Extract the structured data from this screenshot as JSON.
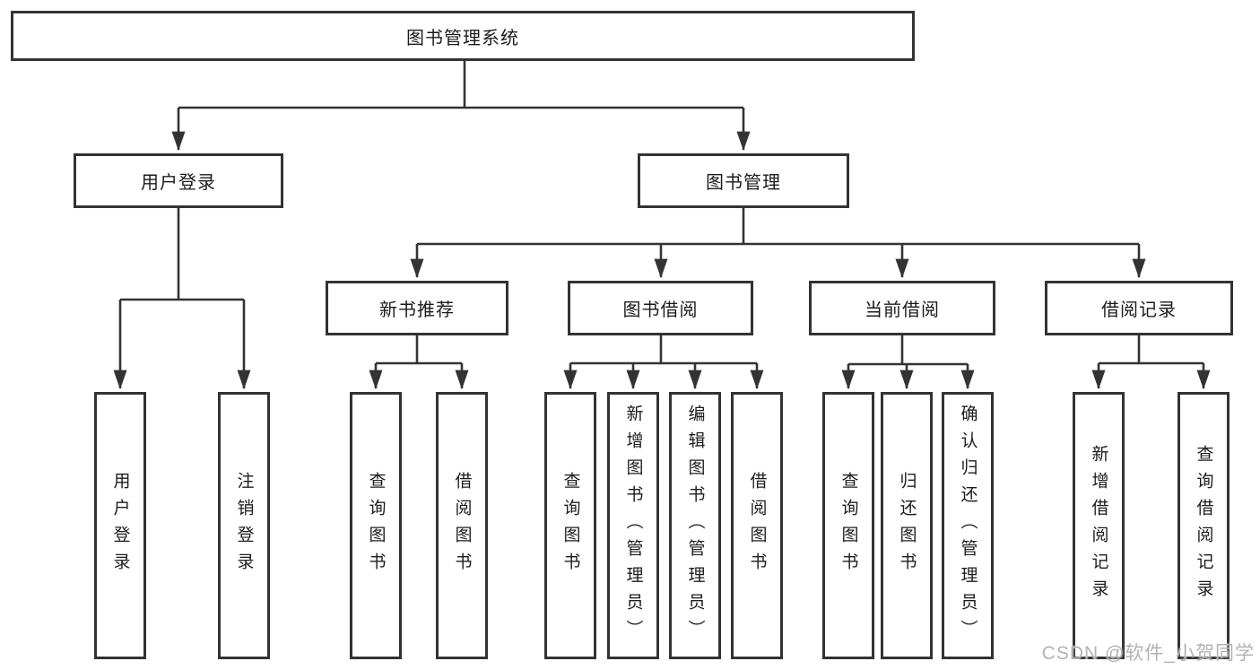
{
  "diagram": {
    "title": "图书管理系统",
    "tree": {
      "label": "图书管理系统",
      "children": [
        {
          "label": "用户登录",
          "children": [
            {
              "label": "用户登录"
            },
            {
              "label": "注销登录"
            }
          ]
        },
        {
          "label": "图书管理",
          "children": [
            {
              "label": "新书推荐",
              "children": [
                {
                  "label": "查询图书"
                },
                {
                  "label": "借阅图书"
                }
              ]
            },
            {
              "label": "图书借阅",
              "children": [
                {
                  "label": "查询图书"
                },
                {
                  "label": "新增图书（管理员）"
                },
                {
                  "label": "编辑图书（管理员）"
                },
                {
                  "label": "借阅图书"
                }
              ]
            },
            {
              "label": "当前借阅",
              "children": [
                {
                  "label": "查询图书"
                },
                {
                  "label": "归还图书"
                },
                {
                  "label": "确认归还（管理员）"
                }
              ]
            },
            {
              "label": "借阅记录",
              "children": [
                {
                  "label": "新增借阅记录"
                },
                {
                  "label": "查询借阅记录"
                }
              ]
            }
          ]
        }
      ]
    },
    "line_color": "#333333",
    "box_border_color": "#333333",
    "background_color": "#ffffff"
  },
  "watermark": {
    "text": "CSDN @软件_小贺同学"
  }
}
